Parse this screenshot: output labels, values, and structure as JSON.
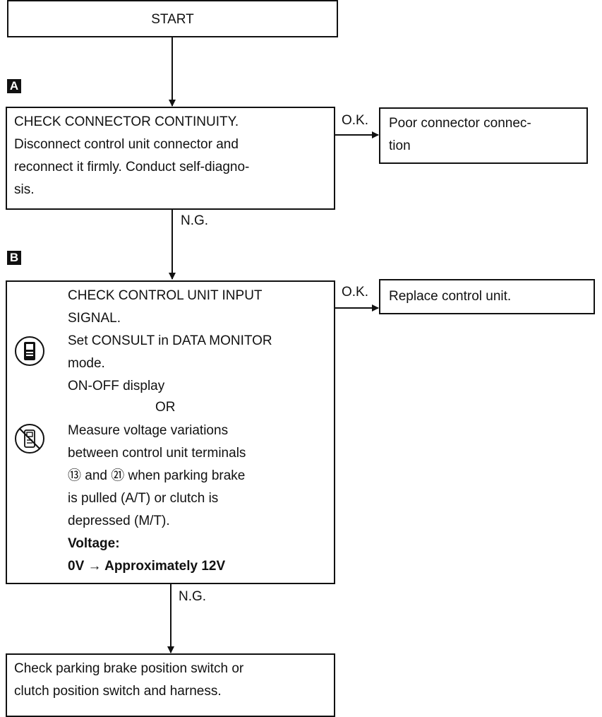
{
  "start": {
    "label": "START"
  },
  "step_a": {
    "tag": "A",
    "lines": [
      "CHECK CONNECTOR CONTINUITY.",
      "Disconnect control unit connector and",
      "reconnect it firmly. Conduct self-diagno-",
      "sis."
    ],
    "ok_label": "O.K.",
    "ng_label": "N.G.",
    "ok_result": [
      "Poor connector connec-",
      "tion"
    ]
  },
  "step_b": {
    "tag": "B",
    "lines_consult": [
      "CHECK CONTROL UNIT INPUT",
      "SIGNAL.",
      "Set CONSULT in DATA MONITOR",
      "mode.",
      "ON-OFF display"
    ],
    "or_label": "OR",
    "lines_measure": [
      "Measure voltage variations",
      "between control unit terminals",
      "⑬ and ㉑ when parking brake",
      "is pulled (A/T) or clutch is",
      "depressed (M/T)."
    ],
    "voltage_label": "Voltage:",
    "voltage_value": "0V → Approximately 12V",
    "ok_label": "O.K.",
    "ng_label": "N.G.",
    "ok_result": "Replace control unit.",
    "consult_icon": "consult-tester-icon",
    "no_consult_icon": "no-consult-tester-icon"
  },
  "final": {
    "lines": [
      "Check parking brake position switch or",
      "clutch position switch and harness."
    ]
  }
}
